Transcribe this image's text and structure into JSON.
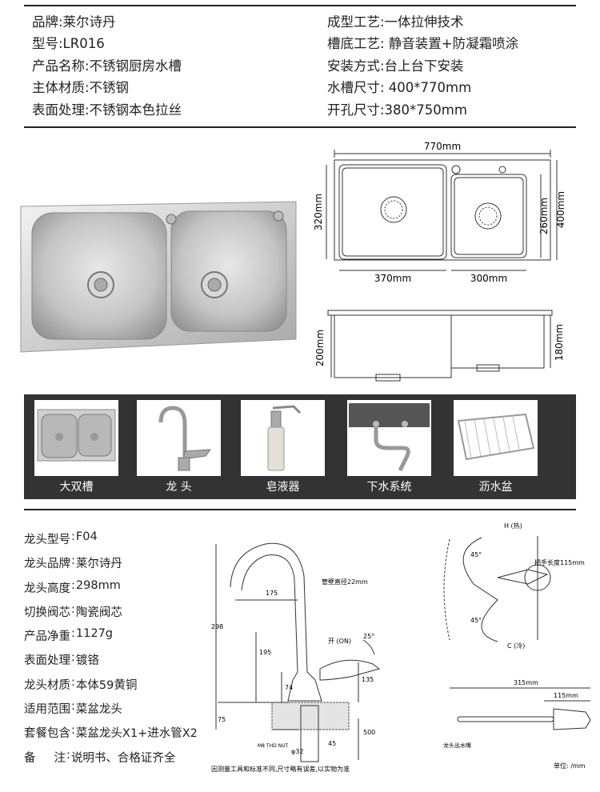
{
  "spec_rows": [
    {
      "left": "品牌:莱尔诗丹",
      "right": "成型工艺:一体拉伸技术"
    },
    {
      "left": "型号:LR016",
      "right": "槽底工艺:  静音装置+防凝霜喷涂"
    },
    {
      "left": "产品名称:不锈钢厨房水槽",
      "right": "安装方式:台上台下安装"
    },
    {
      "left": "主体材质:不锈钢",
      "right": "水槽尺寸: 400*770mm"
    },
    {
      "left": "表面处理:不锈钢本色拉丝",
      "right": "开孔尺寸:380*750mm"
    }
  ],
  "dims": {
    "total_width": "770mm",
    "left_bowl": "370mm",
    "right_bowl": "300mm",
    "bowl_height": "320mm",
    "right_height": "260mm",
    "total_height": "400mm",
    "depth_left": "200mm",
    "depth_right": "180mm"
  },
  "accessories": [
    {
      "label": "大双槽"
    },
    {
      "label": "龙 头"
    },
    {
      "label": "皂液器"
    },
    {
      "label": "下水系统"
    },
    {
      "label": "沥水盆"
    }
  ],
  "faucet_specs": [
    {
      "key": "龙头型号",
      "value": "F04"
    },
    {
      "key": "龙头品牌",
      "value": "莱尔诗丹"
    },
    {
      "key": "龙头高度",
      "value": "298mm"
    },
    {
      "key": "切换阀芯",
      "value": "陶瓷阀芯"
    },
    {
      "key": "产品净重",
      "value": "1127g"
    },
    {
      "key": "表面处理",
      "value": "镀铬"
    },
    {
      "key": "龙头材质",
      "value": "本体59黄铜"
    },
    {
      "key": "适用范围",
      "value": "菜盆龙头"
    },
    {
      "key": "套餐包含",
      "value": "菜盆龙头X1+进水管X2"
    },
    {
      "key": "备     注",
      "value": "说明书、合格证齐全"
    }
  ],
  "faucet_drawing": {
    "d175": "175",
    "d298": "298",
    "d195": "195",
    "d135": "135",
    "d74": "74",
    "d75": "75",
    "d500": "500",
    "d45": "45",
    "d32": "φ32",
    "pipe": "管壁直径22mm",
    "open": "开 (ON)",
    "angle25": "25°",
    "thread": "M8 THD NUT",
    "note": "因测量工具和标准不同,尺寸略有误差,以实物为准",
    "hot": "H (热)",
    "cold": "C (冷)",
    "a45a": "45°",
    "a45b": "45°",
    "handle": "把手长度115mm",
    "d315": "315mm",
    "d115": "115mm",
    "spout": "龙头出水嘴",
    "unit": "单位: /mm"
  }
}
